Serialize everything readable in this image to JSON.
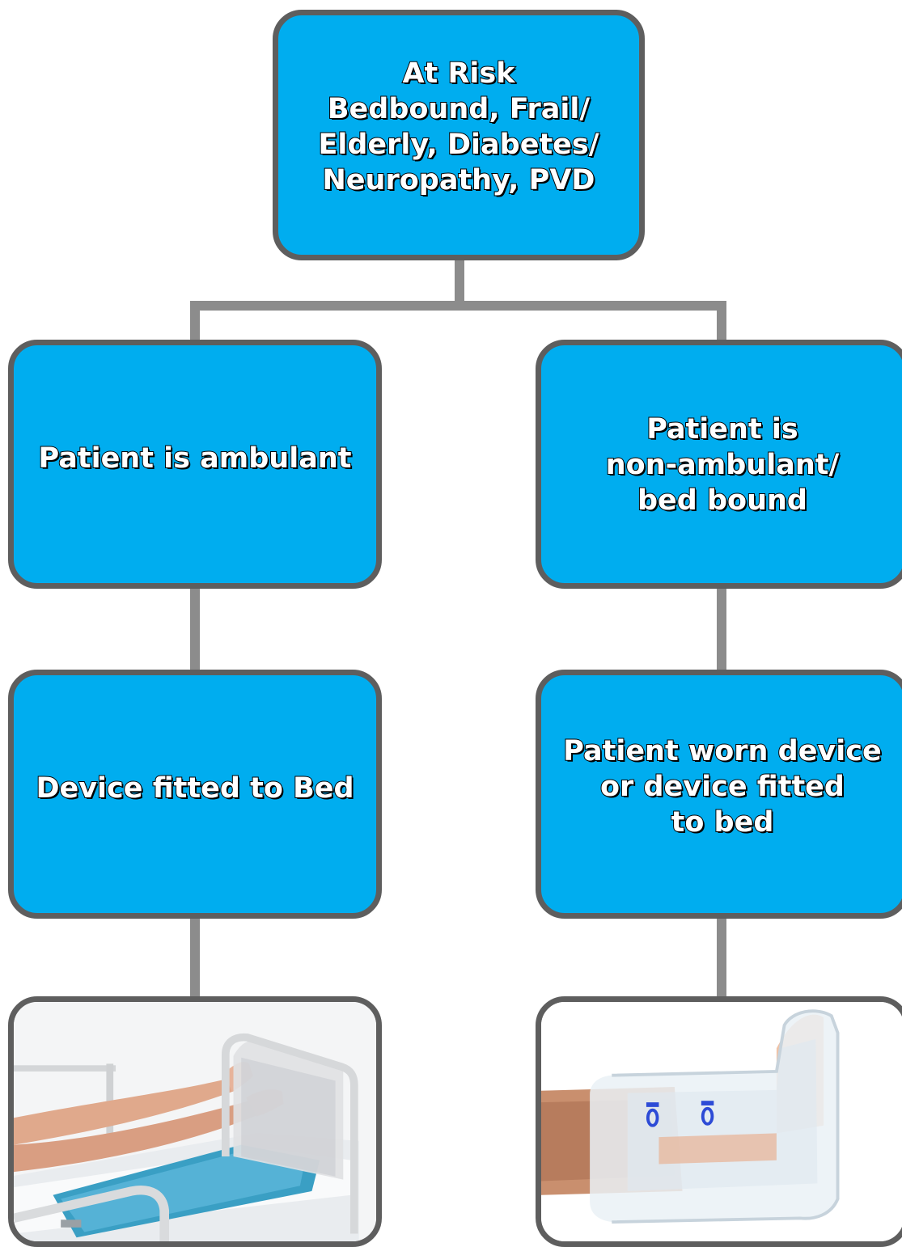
{
  "diagram": {
    "root": {
      "lines": [
        "At Risk",
        "Bedbound, Frail/",
        "Elderly, Diabetes/",
        "Neuropathy, PVD"
      ]
    },
    "left_branch": {
      "condition": [
        "Patient is ambulant"
      ],
      "recommendation": [
        "Device fitted to Bed"
      ],
      "photo_icon": "bed-foot-cradle-photo"
    },
    "right_branch": {
      "condition": [
        "Patient is",
        "non-ambulant/",
        "bed bound"
      ],
      "recommendation": [
        "Patient worn device",
        "or device fitted",
        "to bed"
      ],
      "photo_icon": "heel-protector-boot-photo"
    },
    "colors": {
      "box_fill": "#00adef",
      "box_border": "#5e5e5e",
      "connector": "#8c8c8c",
      "text_fill": "#ffffff",
      "text_outline": "#000000"
    }
  }
}
